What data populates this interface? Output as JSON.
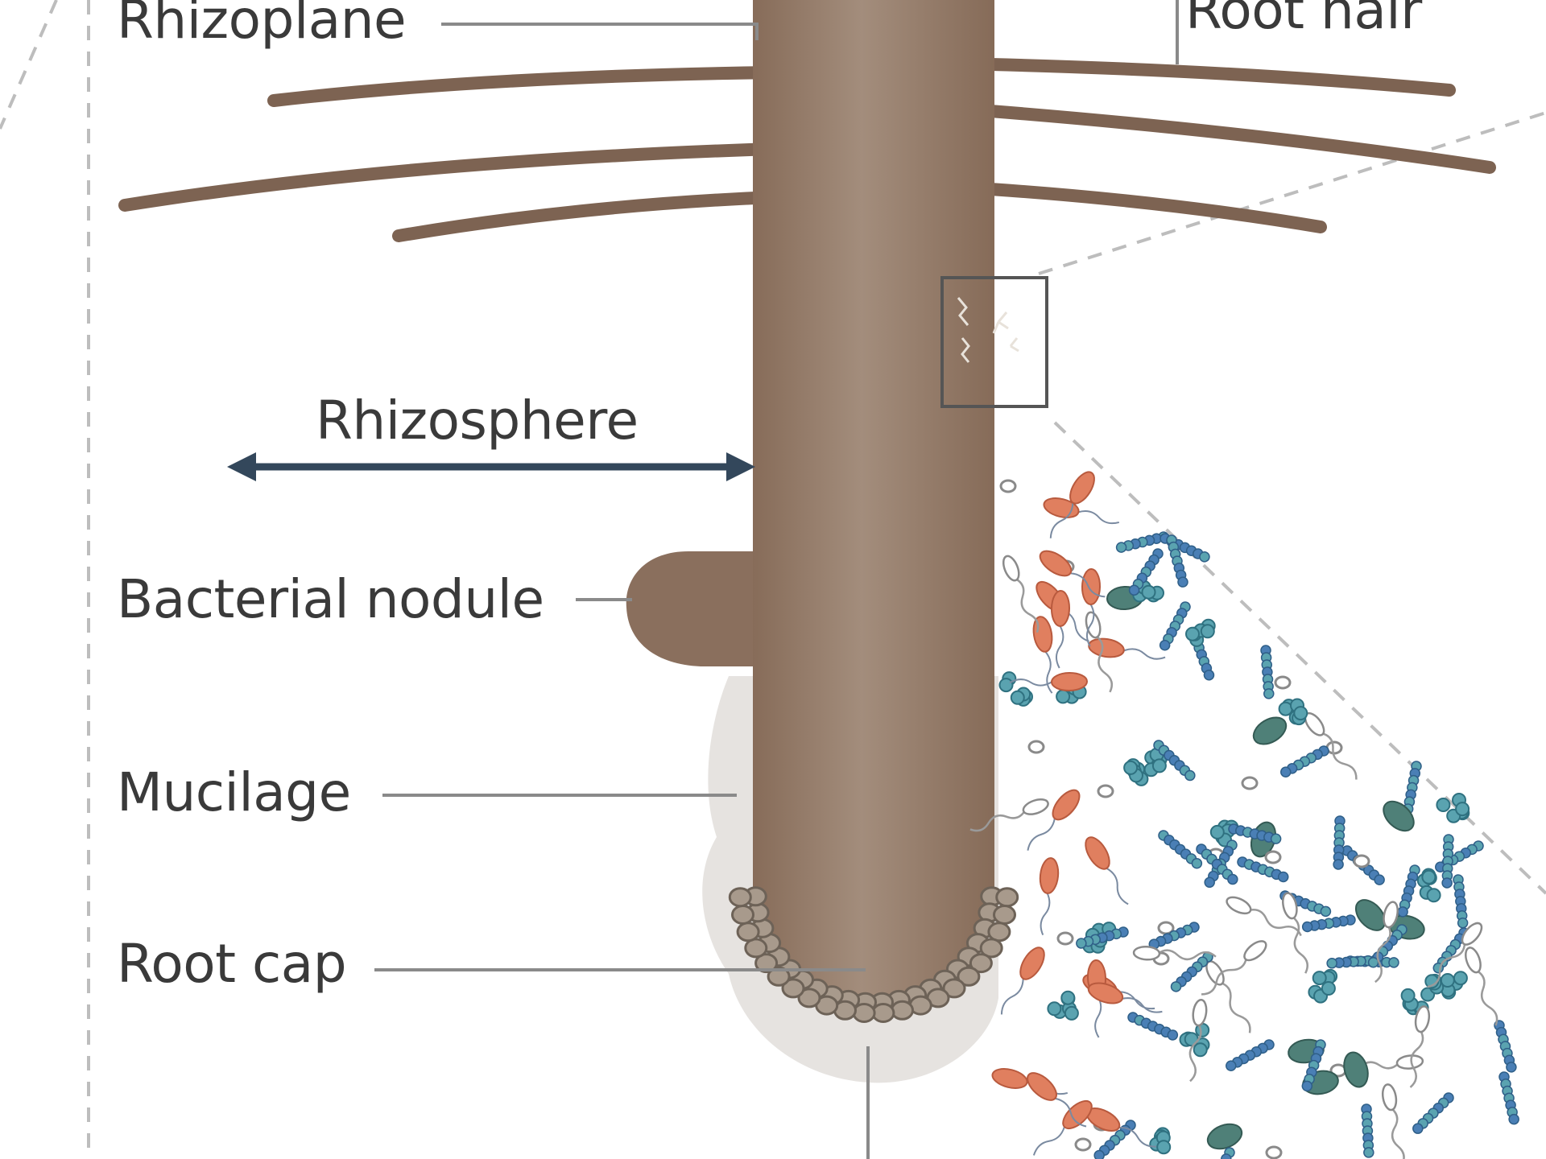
{
  "labels": {
    "rhizoplane": "Rhizoplane",
    "root_hair": "Root hair",
    "rhizosphere": "Rhizosphere",
    "bacterial_nodule": "Bacterial nodule",
    "mucilage": "Mucilage",
    "root_cap": "Root cap"
  },
  "colors": {
    "root": "#8e7563",
    "root_highlight": "#a48e7d",
    "root_hair": "#7d6352",
    "arrow": "#33475b",
    "leader_line": "#8a8a8a",
    "dashed_border": "#b8b8b8",
    "mucilage": "#e6e3e0",
    "bacteria_orange": "#e07f5f",
    "bacteria_teal": "#5aa3b0",
    "bacteria_dark_teal": "#4f8078",
    "bacteria_blue": "#4a7fb5",
    "background": "#ffffff"
  }
}
